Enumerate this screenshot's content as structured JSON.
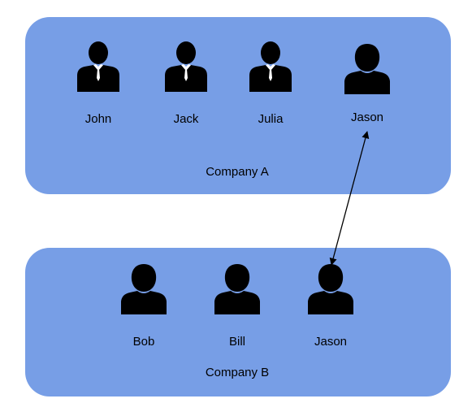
{
  "company_a": {
    "label": "Company A",
    "people": [
      {
        "name": "John",
        "icon": "businessman-icon"
      },
      {
        "name": "Jack",
        "icon": "businessman-icon"
      },
      {
        "name": "Julia",
        "icon": "businessman-icon"
      },
      {
        "name": "Jason",
        "icon": "user-icon"
      }
    ]
  },
  "company_b": {
    "label": "Company B",
    "people": [
      {
        "name": "Bob",
        "icon": "user-icon"
      },
      {
        "name": "Bill",
        "icon": "user-icon"
      },
      {
        "name": "Jason",
        "icon": "user-icon"
      }
    ]
  },
  "colors": {
    "container": "#779ee6",
    "icon": "#000000"
  }
}
